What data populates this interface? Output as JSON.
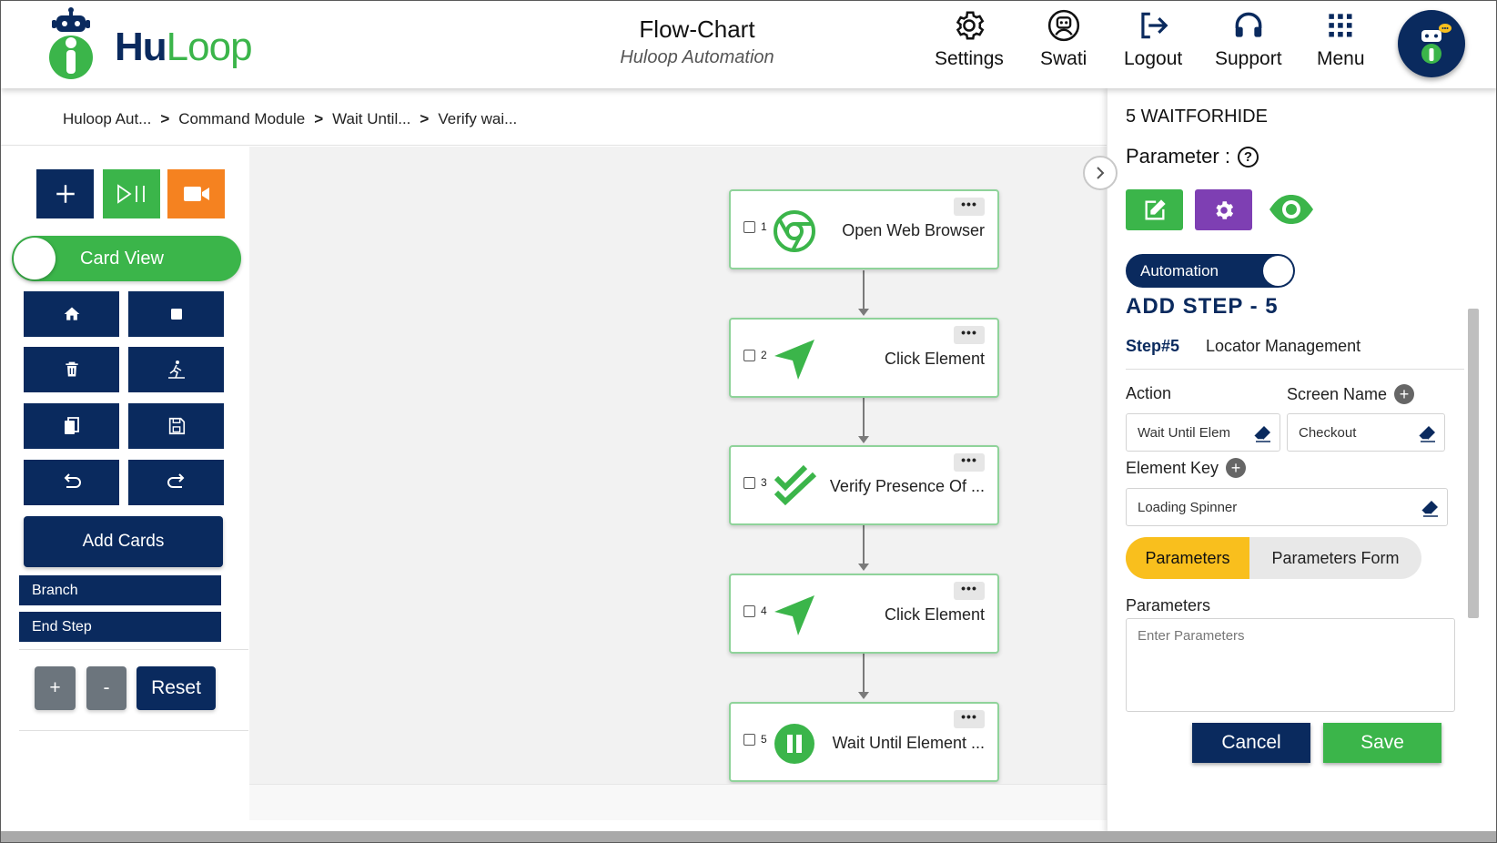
{
  "header": {
    "logo_hu": "Hu",
    "logo_loop": "Loop",
    "title": "Flow-Chart",
    "subtitle": "Huloop Automation",
    "nav": [
      {
        "label": "Settings",
        "icon": "gear-icon"
      },
      {
        "label": "Swati",
        "icon": "user-icon"
      },
      {
        "label": "Logout",
        "icon": "logout-icon"
      },
      {
        "label": "Support",
        "icon": "headset-icon"
      },
      {
        "label": "Menu",
        "icon": "grid-icon"
      }
    ]
  },
  "breadcrumb": [
    "Huloop Aut...",
    "Command Module",
    "Wait Until...",
    "Verify wai..."
  ],
  "toolbar": {
    "card_view_label": "Card View",
    "add_cards_label": "Add Cards",
    "branch_label": "Branch",
    "end_step_label": "End Step",
    "zoom_in": "+",
    "zoom_out": "-",
    "reset_label": "Reset"
  },
  "flow": {
    "cards": [
      {
        "num": "1",
        "label": "Open Web Browser",
        "icon": "chrome-icon"
      },
      {
        "num": "2",
        "label": "Click Element",
        "icon": "cursor-arrow-icon"
      },
      {
        "num": "3",
        "label": "Verify Presence Of ...",
        "icon": "double-check-icon"
      },
      {
        "num": "4",
        "label": "Click Element",
        "icon": "cursor-arrow-icon"
      },
      {
        "num": "5",
        "label": "Wait Until Element ...",
        "icon": "pause-icon"
      }
    ],
    "menu_dots": "•••"
  },
  "panel": {
    "step_title": "5 WAITFORHIDE",
    "parameter_label": "Parameter :",
    "help": "?",
    "automation_toggle": "Automation",
    "add_step": "ADD STEP - 5",
    "step_no": "Step#5",
    "locator": "Locator Management",
    "action_label": "Action",
    "action_value": "Wait Until Elem",
    "screen_label": "Screen Name",
    "screen_value": "Checkout",
    "element_key_label": "Element Key",
    "element_key_value": "Loading Spinner",
    "tab_parameters": "Parameters",
    "tab_form": "Parameters Form",
    "parameters_label": "Parameters",
    "parameters_placeholder": "Enter Parameters",
    "cancel": "Cancel",
    "save": "Save"
  },
  "colors": {
    "navy": "#0a2a5e",
    "green": "#3bb54a",
    "orange": "#f58220",
    "purple": "#7e3fb3",
    "yellow": "#f9bf1d"
  }
}
